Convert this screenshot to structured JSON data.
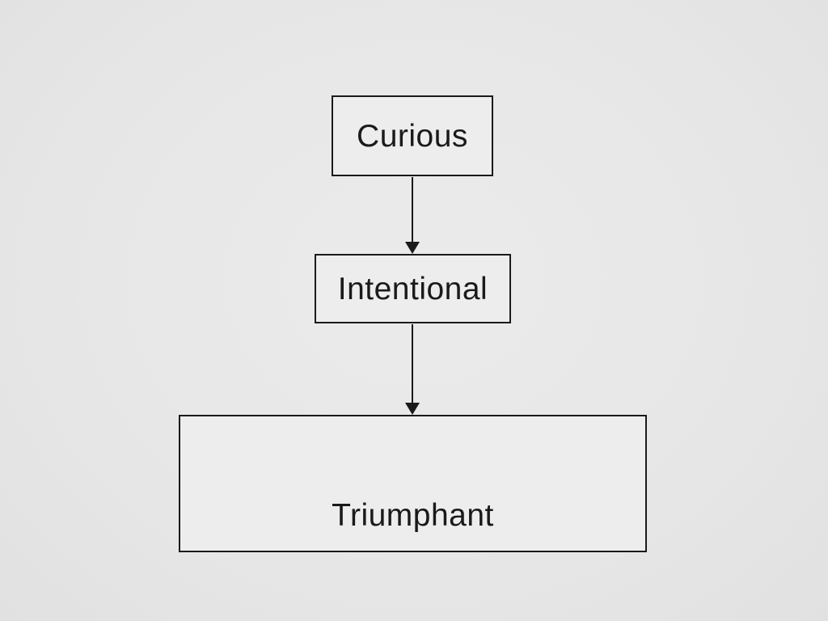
{
  "diagram": {
    "type": "flowchart",
    "direction": "top-down",
    "nodes": [
      {
        "id": "curious",
        "label": "Curious"
      },
      {
        "id": "intentional",
        "label": "Intentional"
      },
      {
        "id": "triumphant",
        "label": "Triumphant"
      }
    ],
    "edges": [
      {
        "from": "curious",
        "to": "intentional",
        "style": "solid-line-filled-arrowhead-down"
      },
      {
        "from": "intentional",
        "to": "triumphant",
        "style": "solid-line-filled-arrowhead-down"
      }
    ],
    "colors": {
      "background": "#e7e7e7",
      "node_fill": "#ededed",
      "node_border": "#1a1a1a",
      "text": "#1a1a1a",
      "arrow": "#1a1a1a"
    }
  }
}
